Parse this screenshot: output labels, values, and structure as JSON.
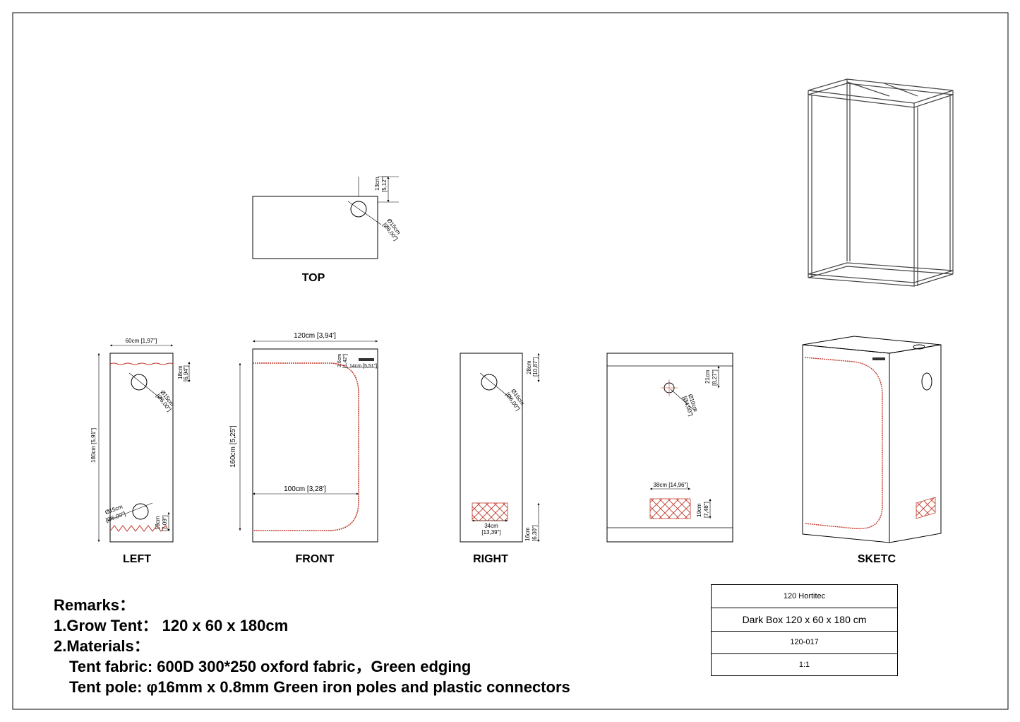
{
  "views": {
    "top": "TOP",
    "left": "LEFT",
    "front": "FRONT",
    "right": "RIGHT",
    "sketc": "SKETC"
  },
  "dims": {
    "top_13": "13cm",
    "top_13in": "[5,12\"]",
    "top_d15": "Ø15cm",
    "top_d15in": "[Ø6,00\"]",
    "left_width": "60cm [1,97\"]",
    "left_height": "180cm [5,91\"]",
    "left_18": "18cm",
    "left_18in": "[6,94\"]",
    "left_d15": "Ø15cm",
    "left_d15in": "[Ø6,00\"]",
    "left_d15b": "Ø15cm",
    "left_d15bin": "[Ø6,00\"]",
    "left_18b": "18cm",
    "left_18bin": "[7,09\"]",
    "front_width": "120cm [3,94']",
    "front_height": "160cm [5,25']",
    "front_inner": "100cm [3,28']",
    "front_36": "3,6cm",
    "front_36in": "[1,42\"]",
    "front_14": "14cm [5,51\"]",
    "right_28": "28cm",
    "right_28in": "[10,87\"]",
    "right_d15": "Ø15cm",
    "right_d15in": "[Ø6,00\"]",
    "right_34": "34cm",
    "right_34in": "[13,39\"]",
    "right_16": "16cm",
    "right_16in": "[6,30\"]",
    "back_21": "21cm",
    "back_21in": "[8,27\"]",
    "back_d10": "Ø10cm",
    "back_d10in": "[Ø4,00\"]",
    "back_38": "38cm [14,96\"]",
    "back_19": "19cm",
    "back_19in": "[7,48\"]"
  },
  "remarks": {
    "title": "Remarks：",
    "line1": "1.Grow Tent：  120 x 60 x 180cm",
    "line2": "2.Materials：",
    "fabric": "Tent fabric: 600D 300*250 oxford fabric，Green edging",
    "pole": "Tent pole: φ16mm x 0.8mm Green iron poles and plastic connectors"
  },
  "titleblock": {
    "brand": "120 Hortitec",
    "product": "Dark Box 120 x 60 x 180 cm",
    "code": "120-017",
    "scale": "1:1"
  },
  "colors": {
    "line": "#000000",
    "zipper": "#c0392b",
    "frame": "#444444"
  }
}
